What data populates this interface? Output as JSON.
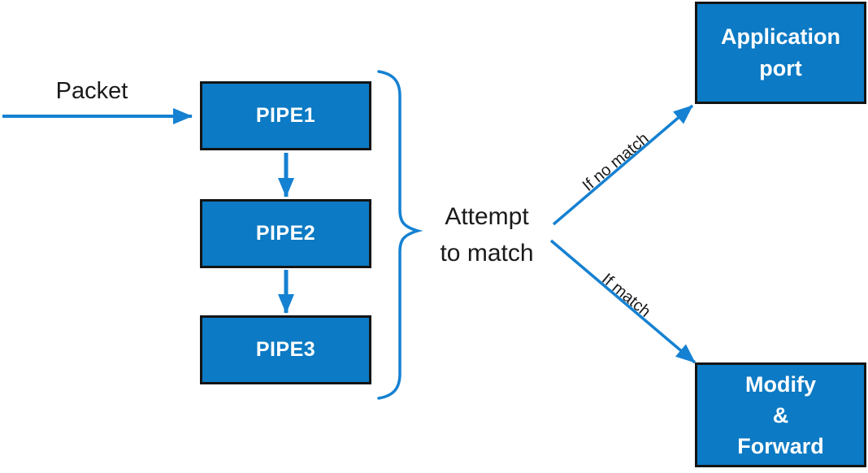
{
  "diagram": {
    "packet_label": "Packet",
    "pipes": [
      {
        "label": "PIPE1"
      },
      {
        "label": "PIPE2"
      },
      {
        "label": "PIPE3"
      }
    ],
    "attempt": {
      "line1": "Attempt",
      "line2": "to match"
    },
    "branch_no_match": {
      "label": "If no match"
    },
    "branch_match": {
      "label": "If match"
    },
    "application_port": {
      "line1": "Application",
      "line2": "port"
    },
    "modify_forward": {
      "line1": "Modify",
      "line2": "&",
      "line3": "Forward"
    },
    "colors": {
      "box_fill": "#0C7AC4",
      "box_border": "#141414",
      "line_blue": "#1581D2",
      "text_dark": "#1A1A1A",
      "text_light": "#FFFFFF",
      "background": "#FFFFFF"
    }
  }
}
